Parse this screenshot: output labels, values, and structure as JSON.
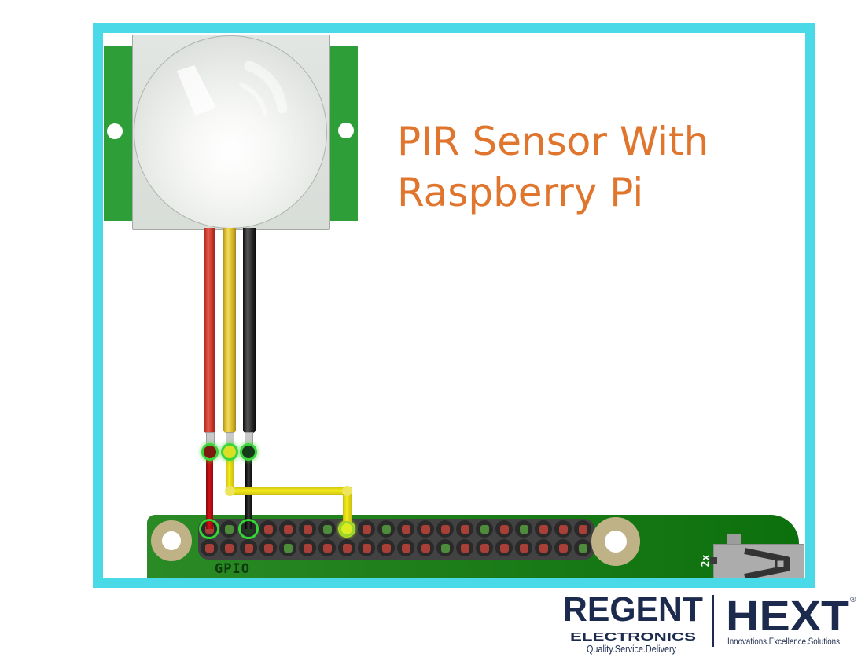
{
  "title": {
    "line1": "PIR Sensor With",
    "line2": "Raspberry Pi",
    "color": "#E0752E"
  },
  "board": {
    "gpio_label": "GPIO",
    "silkscreen_label": "2x"
  },
  "gpio": {
    "colors": {
      "red": "#A84038",
      "green": "#4E8C3C",
      "black": "#1E4020",
      "yellow": "#E4F220"
    },
    "top_row": [
      "red",
      "green",
      "black",
      "red",
      "red",
      "red",
      "green",
      "yellow",
      "red",
      "green",
      "red",
      "red",
      "red",
      "red",
      "green",
      "red",
      "green",
      "red",
      "red",
      "red"
    ],
    "bottom_row": [
      "red",
      "red",
      "red",
      "red",
      "green",
      "red",
      "red",
      "red",
      "red",
      "red",
      "red",
      "red",
      "green",
      "red",
      "red",
      "red",
      "red",
      "red",
      "red",
      "green"
    ],
    "connected_pins_top": [
      1,
      3,
      8
    ]
  },
  "wires": [
    {
      "name": "red-wire",
      "color": "#D23A2C",
      "connects_to": "pin 1"
    },
    {
      "name": "yellow-wire",
      "color": "#F4EC1C",
      "connects_to": "pin 8"
    },
    {
      "name": "black-wire",
      "color": "#2E2E2E",
      "connects_to": "pin 3"
    }
  ],
  "branding": {
    "color": "#1C2B4D",
    "regent": {
      "name": "REGENT",
      "subtitle": "ELECTRONICS",
      "tagline": "Quality.Service.Delivery"
    },
    "hext": {
      "name": "HEXT",
      "registered": "®",
      "tagline": "Innovations.Excellence.Solutions"
    }
  },
  "palette": {
    "frame_border": "#4AD9E6",
    "sensor_pcb_green": "#2E9E38",
    "pi_board_green": "#1F8417",
    "header_gray": "#424242",
    "mount_hole_tan": "#BFB287",
    "junction_green": "#3BD43B"
  }
}
